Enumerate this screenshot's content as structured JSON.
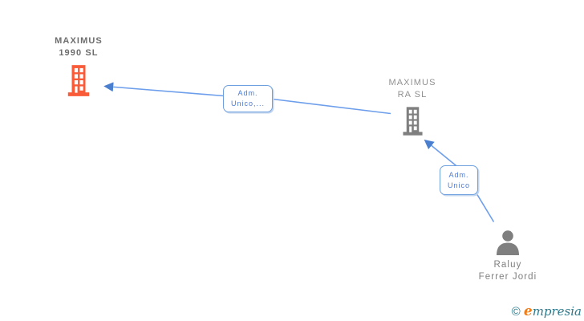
{
  "nodes": {
    "company_main": {
      "name_line1": "MAXIMUS",
      "name_line2": "1990  SL",
      "icon": "building-icon",
      "icon_color": "#f95b38"
    },
    "company_related": {
      "name_line1": "MAXIMUS",
      "name_line2": "RA SL",
      "icon": "building-icon",
      "icon_color": "#7f7f7f"
    },
    "person": {
      "name_line1": "Raluy",
      "name_line2": "Ferrer Jordi",
      "icon": "person-icon",
      "icon_color": "#7f7f7f"
    }
  },
  "edges": {
    "company_to_company": {
      "label_line1": "Adm.",
      "label_line2": "Unico,..."
    },
    "person_to_company": {
      "label_line1": "Adm.",
      "label_line2": "Unico"
    }
  },
  "colors": {
    "line": "#6d9eeb",
    "arrowhead": "#4a7fd0",
    "box_border": "#6fa0e0",
    "box_text": "#4b7bd4",
    "company_main_text": "#6e6e6e",
    "muted_text": "#909090"
  },
  "watermark": {
    "copyright": "©",
    "brand_first_letter": "e",
    "brand_rest": "mpresia"
  }
}
